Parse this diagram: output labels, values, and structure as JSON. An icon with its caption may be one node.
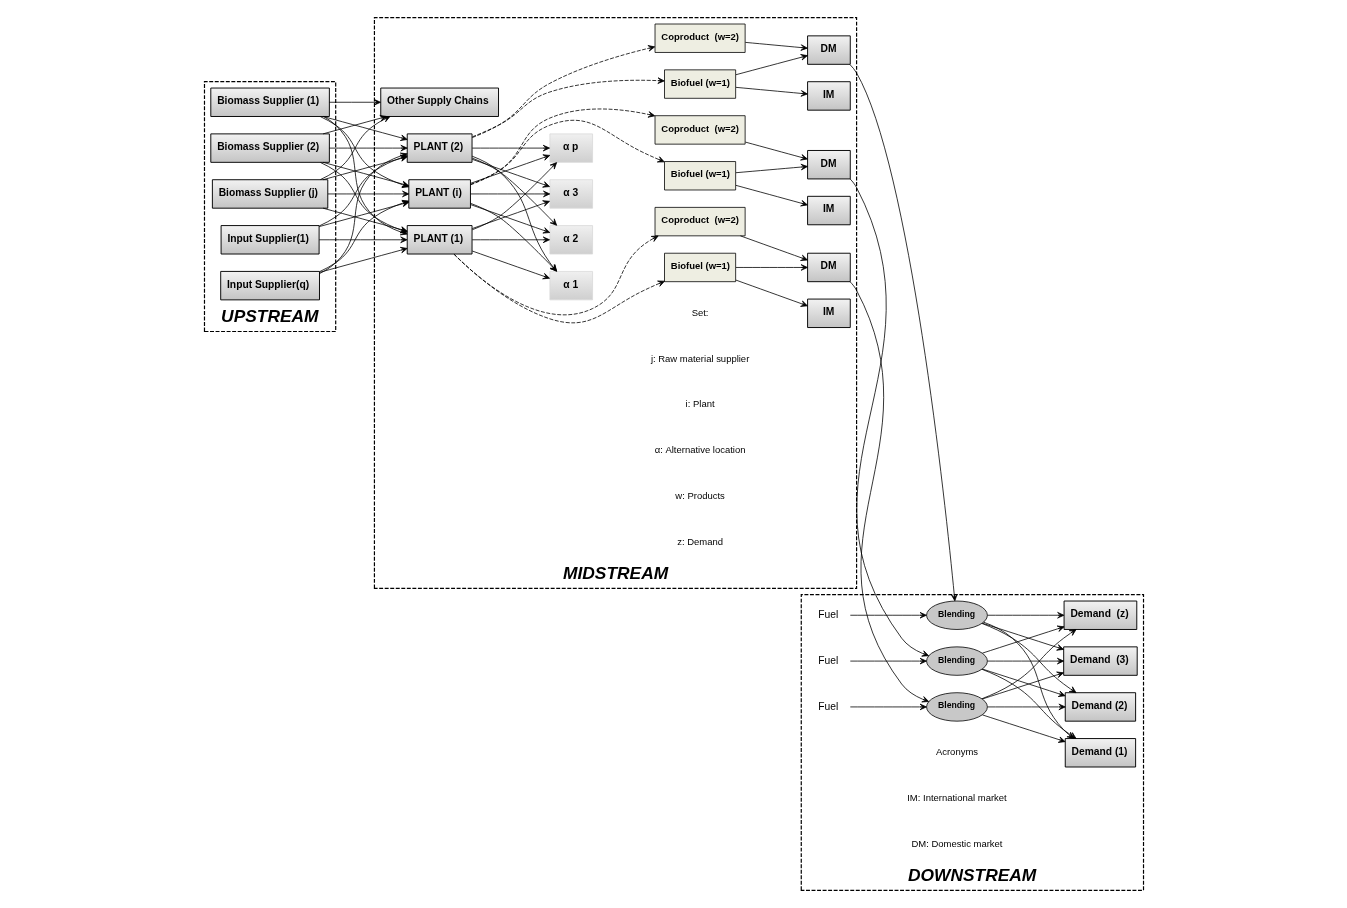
{
  "diagram": {
    "nodes": [
      {
        "text": [
          "UPSTREAM"
        ]
      },
      {
        "text": [
          "Biomass Supplier (1)"
        ],
        "in": 0
      },
      {
        "text": [
          "Biomass Supplier (2)"
        ],
        "in": 0
      },
      {
        "text": [
          "Biomass Supplier (j)"
        ],
        "in": 0
      },
      {
        "text": [
          "Input Supplier(1)"
        ],
        "in": 0
      },
      {
        "text": [
          "Input Supplier(q)"
        ],
        "in": 0
      },
      {
        "text": [
          "MIDSTREAM"
        ]
      },
      {
        "text": [
          "Other Supply Chains"
        ],
        "in": 6
      },
      {
        "text": [
          "PLANT (1)"
        ],
        "in": 6
      },
      {
        "text": [
          "PLANT (2)"
        ],
        "in": 6
      },
      {
        "text": [
          "PLANT (i)"
        ],
        "in": 6
      },
      {
        "text": [
          "α 1"
        ],
        "in": 6
      },
      {
        "text": [
          "α 2"
        ],
        "in": 6
      },
      {
        "text": [
          "α 3"
        ],
        "in": 6
      },
      {
        "text": [
          "α p"
        ],
        "in": 6
      },
      {
        "text": [
          "Biofuel (w=1)"
        ],
        "in": 6
      },
      {
        "text": [
          "Coproduct  (w=2)"
        ],
        "in": 6
      },
      {
        "text": [
          "IM"
        ],
        "in": 6
      },
      {
        "text": [
          "DM"
        ],
        "in": 6
      },
      {
        "text": [
          "Biofuel (w=1)"
        ],
        "in": 6
      },
      {
        "text": [
          "Coproduct  (w=2)"
        ],
        "in": 6
      },
      {
        "text": [
          "IM"
        ],
        "in": 6
      },
      {
        "text": [
          "DM"
        ],
        "in": 6
      },
      {
        "text": [
          "Biofuel (w=1)"
        ],
        "in": 6
      },
      {
        "text": [
          "Coproduct  (w=2)"
        ],
        "in": 6
      },
      {
        "text": [
          "IM"
        ],
        "in": 6
      },
      {
        "text": [
          "DM"
        ],
        "in": 6
      },
      {
        "text": [
          "DOWNSTREAM"
        ]
      },
      {
        "text": [
          "Fuel"
        ],
        "in": 27
      },
      {
        "text": [
          "Blending"
        ],
        "in": 27
      },
      {
        "text": [
          "Fuel"
        ],
        "in": 27
      },
      {
        "text": [
          "Blending"
        ],
        "in": 27
      },
      {
        "text": [
          "Fuel"
        ],
        "in": 27
      },
      {
        "text": [
          "Blending"
        ],
        "in": 27
      },
      {
        "text": [
          "Demand (1)"
        ],
        "in": 27
      },
      {
        "text": [
          "Demand (2)"
        ],
        "in": 27
      },
      {
        "text": [
          "Demand  (3)"
        ],
        "in": 27
      },
      {
        "text": [
          "Demand  (z)"
        ],
        "in": 27
      }
    ],
    "edges": [
      {
        "from": 1,
        "to": 7,
        "arrow": "to"
      },
      {
        "from": 1,
        "to": 8,
        "arrow": "to"
      },
      {
        "from": 1,
        "to": 9,
        "arrow": "to"
      },
      {
        "from": 1,
        "to": 10,
        "arrow": "to"
      },
      {
        "from": 2,
        "to": 7,
        "arrow": "to"
      },
      {
        "from": 2,
        "to": 8,
        "arrow": "to"
      },
      {
        "from": 2,
        "to": 9,
        "arrow": "to"
      },
      {
        "from": 2,
        "to": 10,
        "arrow": "to"
      },
      {
        "from": 3,
        "to": 7,
        "arrow": "to"
      },
      {
        "from": 3,
        "to": 8,
        "arrow": "to"
      },
      {
        "from": 3,
        "to": 9,
        "arrow": "to"
      },
      {
        "from": 3,
        "to": 10,
        "arrow": "to"
      },
      {
        "from": 4,
        "to": 8,
        "arrow": "to"
      },
      {
        "from": 4,
        "to": 9,
        "arrow": "to"
      },
      {
        "from": 4,
        "to": 10,
        "arrow": "to"
      },
      {
        "from": 5,
        "to": 8,
        "arrow": "to"
      },
      {
        "from": 5,
        "to": 9,
        "arrow": "to"
      },
      {
        "from": 5,
        "to": 10,
        "arrow": "to"
      },
      {
        "from": 8,
        "to": 11,
        "arrow": "to"
      },
      {
        "from": 8,
        "to": 12,
        "arrow": "to"
      },
      {
        "from": 8,
        "to": 13,
        "arrow": "to"
      },
      {
        "from": 8,
        "to": 14,
        "arrow": "to"
      },
      {
        "from": 9,
        "to": 11,
        "arrow": "to"
      },
      {
        "from": 9,
        "to": 12,
        "arrow": "to"
      },
      {
        "from": 9,
        "to": 13,
        "arrow": "to"
      },
      {
        "from": 9,
        "to": 14,
        "arrow": "to"
      },
      {
        "from": 10,
        "to": 11,
        "arrow": "to"
      },
      {
        "from": 10,
        "to": 12,
        "arrow": "to"
      },
      {
        "from": 10,
        "to": 13,
        "arrow": "to"
      },
      {
        "from": 10,
        "to": 14,
        "arrow": "to"
      },
      {
        "from": 8,
        "to": 15,
        "arrow": "to",
        "style": "dashed"
      },
      {
        "from": 8,
        "to": 16,
        "arrow": "to",
        "style": "dashed"
      },
      {
        "from": 9,
        "to": 19,
        "arrow": "to",
        "style": "dashed"
      },
      {
        "from": 9,
        "to": 20,
        "arrow": "to",
        "style": "dashed"
      },
      {
        "from": 10,
        "to": 23,
        "arrow": "to",
        "style": "dashed"
      },
      {
        "from": 10,
        "to": 24,
        "arrow": "to",
        "style": "dashed"
      },
      {
        "from": 15,
        "to": 17,
        "arrow": "to"
      },
      {
        "from": 15,
        "to": 18,
        "arrow": "to"
      },
      {
        "from": 16,
        "to": 18,
        "arrow": "to"
      },
      {
        "from": 19,
        "to": 21,
        "arrow": "to"
      },
      {
        "from": 19,
        "to": 22,
        "arrow": "to"
      },
      {
        "from": 20,
        "to": 22,
        "arrow": "to"
      },
      {
        "from": 23,
        "to": 25,
        "arrow": "to"
      },
      {
        "from": 23,
        "to": 26,
        "arrow": "to"
      },
      {
        "from": 24,
        "to": 26,
        "arrow": "to"
      },
      {
        "from": 18,
        "to": 29,
        "arrow": "to"
      },
      {
        "from": 22,
        "to": 31,
        "arrow": "to"
      },
      {
        "from": 26,
        "to": 33,
        "arrow": "to"
      },
      {
        "from": 28,
        "to": 29,
        "arrow": "to"
      },
      {
        "from": 30,
        "to": 31,
        "arrow": "to"
      },
      {
        "from": 32,
        "to": 33,
        "arrow": "to"
      },
      {
        "from": 29,
        "to": 34,
        "arrow": "to"
      },
      {
        "from": 29,
        "to": 35,
        "arrow": "to"
      },
      {
        "from": 29,
        "to": 36,
        "arrow": "to"
      },
      {
        "from": 29,
        "to": 37,
        "arrow": "to"
      },
      {
        "from": 31,
        "to": 34,
        "arrow": "to"
      },
      {
        "from": 31,
        "to": 35,
        "arrow": "to"
      },
      {
        "from": 31,
        "to": 36,
        "arrow": "to"
      },
      {
        "from": 31,
        "to": 37,
        "arrow": "to"
      },
      {
        "from": 33,
        "to": 34,
        "arrow": "to"
      },
      {
        "from": 33,
        "to": 35,
        "arrow": "to"
      },
      {
        "from": 33,
        "to": 36,
        "arrow": "to"
      },
      {
        "from": 33,
        "to": 37,
        "arrow": "to"
      }
    ],
    "labels": [
      "Set:",
      "j: Raw material supplier",
      "i: Plant",
      "α: Alternative location",
      "w: Products",
      "z: Demand",
      "Acronyms",
      "IM: International market",
      "DM: Domestic market"
    ]
  }
}
